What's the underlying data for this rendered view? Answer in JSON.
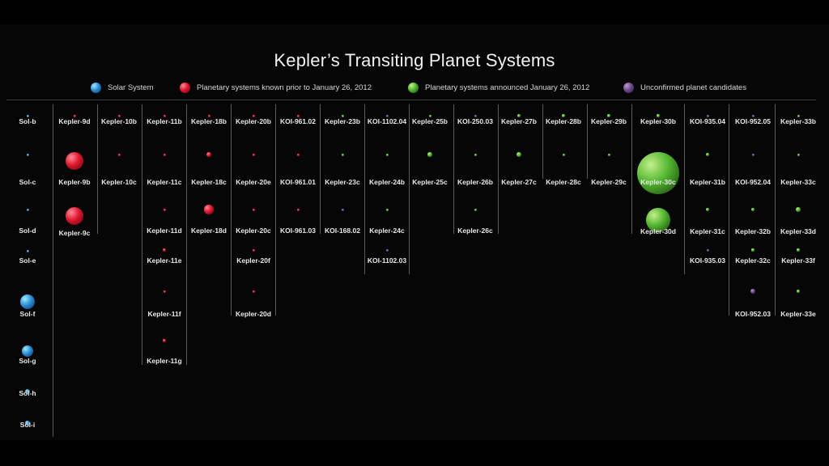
{
  "title": "Kepler’s Transiting Planet Systems",
  "legend": [
    {
      "label": "Solar System",
      "type": "sol"
    },
    {
      "label": "Planetary systems known prior to January 26, 2012",
      "type": "red"
    },
    {
      "label": "Planetary systems announced January 26, 2012",
      "type": "green"
    },
    {
      "label": "Unconfirmed planet candidates",
      "type": "cand"
    }
  ],
  "colors": {
    "sol": [
      "#9fe9ff",
      "#2d8fd6",
      "#0b2f66"
    ],
    "red": [
      "#ff8a9a",
      "#e0162c",
      "#5a0410"
    ],
    "green": [
      "#c2f08a",
      "#52b52f",
      "#123d0b"
    ],
    "cand": [
      "#c59ac8",
      "#6a4a8e",
      "#2a183f"
    ]
  },
  "systems": [
    {
      "planets": [
        [
          "Sol-b",
          0.003,
          "sol"
        ],
        [
          "Sol-c",
          0.008,
          "sol"
        ],
        [
          "Sol-d",
          0.004,
          "sol"
        ],
        [
          "Sol-e",
          0.002,
          "sol"
        ],
        [
          "Sol-f",
          0.08,
          "sol"
        ],
        [
          "Sol-g",
          0.065,
          "sol"
        ],
        [
          "Sol-h",
          0.025,
          "sol"
        ],
        [
          "Sol-i",
          0.024,
          "sol"
        ]
      ]
    },
    {
      "planets": [
        [
          "Kepler-9d",
          0.006,
          "red"
        ],
        [
          "Kepler-9b",
          0.1,
          "red"
        ],
        [
          "Kepler-9c",
          0.1,
          "red"
        ]
      ]
    },
    {
      "planets": [
        [
          "Kepler-10b",
          0.004,
          "red"
        ],
        [
          "Kepler-10c",
          0.007,
          "red"
        ]
      ]
    },
    {
      "planets": [
        [
          "Kepler-11b",
          0.006,
          "red"
        ],
        [
          "Kepler-11c",
          0.01,
          "red"
        ],
        [
          "Kepler-11d",
          0.011,
          "red"
        ],
        [
          "Kepler-11e",
          0.02,
          "red"
        ],
        [
          "Kepler-11f",
          0.008,
          "red"
        ],
        [
          "Kepler-11g",
          0.014,
          "red"
        ]
      ]
    },
    {
      "planets": [
        [
          "Kepler-18b",
          0.004,
          "red"
        ],
        [
          "Kepler-18c",
          0.03,
          "red"
        ],
        [
          "Kepler-18d",
          0.05,
          "red"
        ]
      ]
    },
    {
      "planets": [
        [
          "Kepler-20b",
          0.004,
          "red"
        ],
        [
          "Kepler-20e",
          0.001,
          "red"
        ],
        [
          "Kepler-20c",
          0.01,
          "red"
        ],
        [
          "Kepler-20f",
          0.002,
          "red"
        ],
        [
          "Kepler-20d",
          0.008,
          "red"
        ]
      ]
    },
    {
      "planets": [
        [
          "KOI-961.02",
          0.001,
          "red"
        ],
        [
          "KOI-961.01",
          0.001,
          "red"
        ],
        [
          "KOI-961.03",
          0.001,
          "red"
        ]
      ]
    },
    {
      "planets": [
        [
          "Kepler-23b",
          0.004,
          "green"
        ],
        [
          "Kepler-23c",
          0.011,
          "green"
        ],
        [
          "KOI-168.02",
          0.006,
          "cand"
        ]
      ]
    },
    {
      "planets": [
        [
          "KOI-1102.04",
          0.003,
          "cand"
        ],
        [
          "Kepler-24b",
          0.007,
          "green"
        ],
        [
          "Kepler-24c",
          0.008,
          "green"
        ],
        [
          "KOI-1102.03",
          0.003,
          "cand"
        ]
      ]
    },
    {
      "planets": [
        [
          "Kepler-25b",
          0.006,
          "green"
        ],
        [
          "Kepler-25c",
          0.024,
          "green"
        ]
      ]
    },
    {
      "planets": [
        [
          "KOI-250.03",
          0.002,
          "cand"
        ],
        [
          "Kepler-26b",
          0.012,
          "green"
        ],
        [
          "Kepler-26c",
          0.012,
          "green"
        ]
      ]
    },
    {
      "planets": [
        [
          "Kepler-27b",
          0.02,
          "green"
        ],
        [
          "Kepler-27c",
          0.027,
          "green"
        ]
      ]
    },
    {
      "planets": [
        [
          "Kepler-28b",
          0.016,
          "green"
        ],
        [
          "Kepler-28c",
          0.01,
          "green"
        ]
      ]
    },
    {
      "planets": [
        [
          "Kepler-29b",
          0.016,
          "green"
        ],
        [
          "Kepler-29c",
          0.008,
          "green"
        ]
      ]
    },
    {
      "planets": [
        [
          "Kepler-30b",
          0.015,
          "green"
        ],
        [
          "Kepler-30c",
          0.23,
          "green"
        ],
        [
          "Kepler-30d",
          0.13,
          "green"
        ]
      ]
    },
    {
      "planets": [
        [
          "KOI-935.04",
          0.002,
          "cand"
        ],
        [
          "Kepler-31b",
          0.02,
          "green"
        ],
        [
          "Kepler-31c",
          0.02,
          "green"
        ],
        [
          "KOI-935.03",
          0.01,
          "cand"
        ]
      ]
    },
    {
      "planets": [
        [
          "KOI-952.05",
          0.002,
          "cand"
        ],
        [
          "KOI-952.04",
          0.01,
          "cand"
        ],
        [
          "Kepler-32b",
          0.018,
          "green"
        ],
        [
          "Kepler-32c",
          0.014,
          "green"
        ],
        [
          "KOI-952.03",
          0.03,
          "cand"
        ]
      ]
    },
    {
      "planets": [
        [
          "Kepler-33b",
          0.003,
          "green"
        ],
        [
          "Kepler-33c",
          0.01,
          "green"
        ],
        [
          "Kepler-33d",
          0.025,
          "green"
        ],
        [
          "Kepler-33f",
          0.014,
          "green"
        ],
        [
          "Kepler-33e",
          0.02,
          "green"
        ]
      ]
    }
  ]
}
